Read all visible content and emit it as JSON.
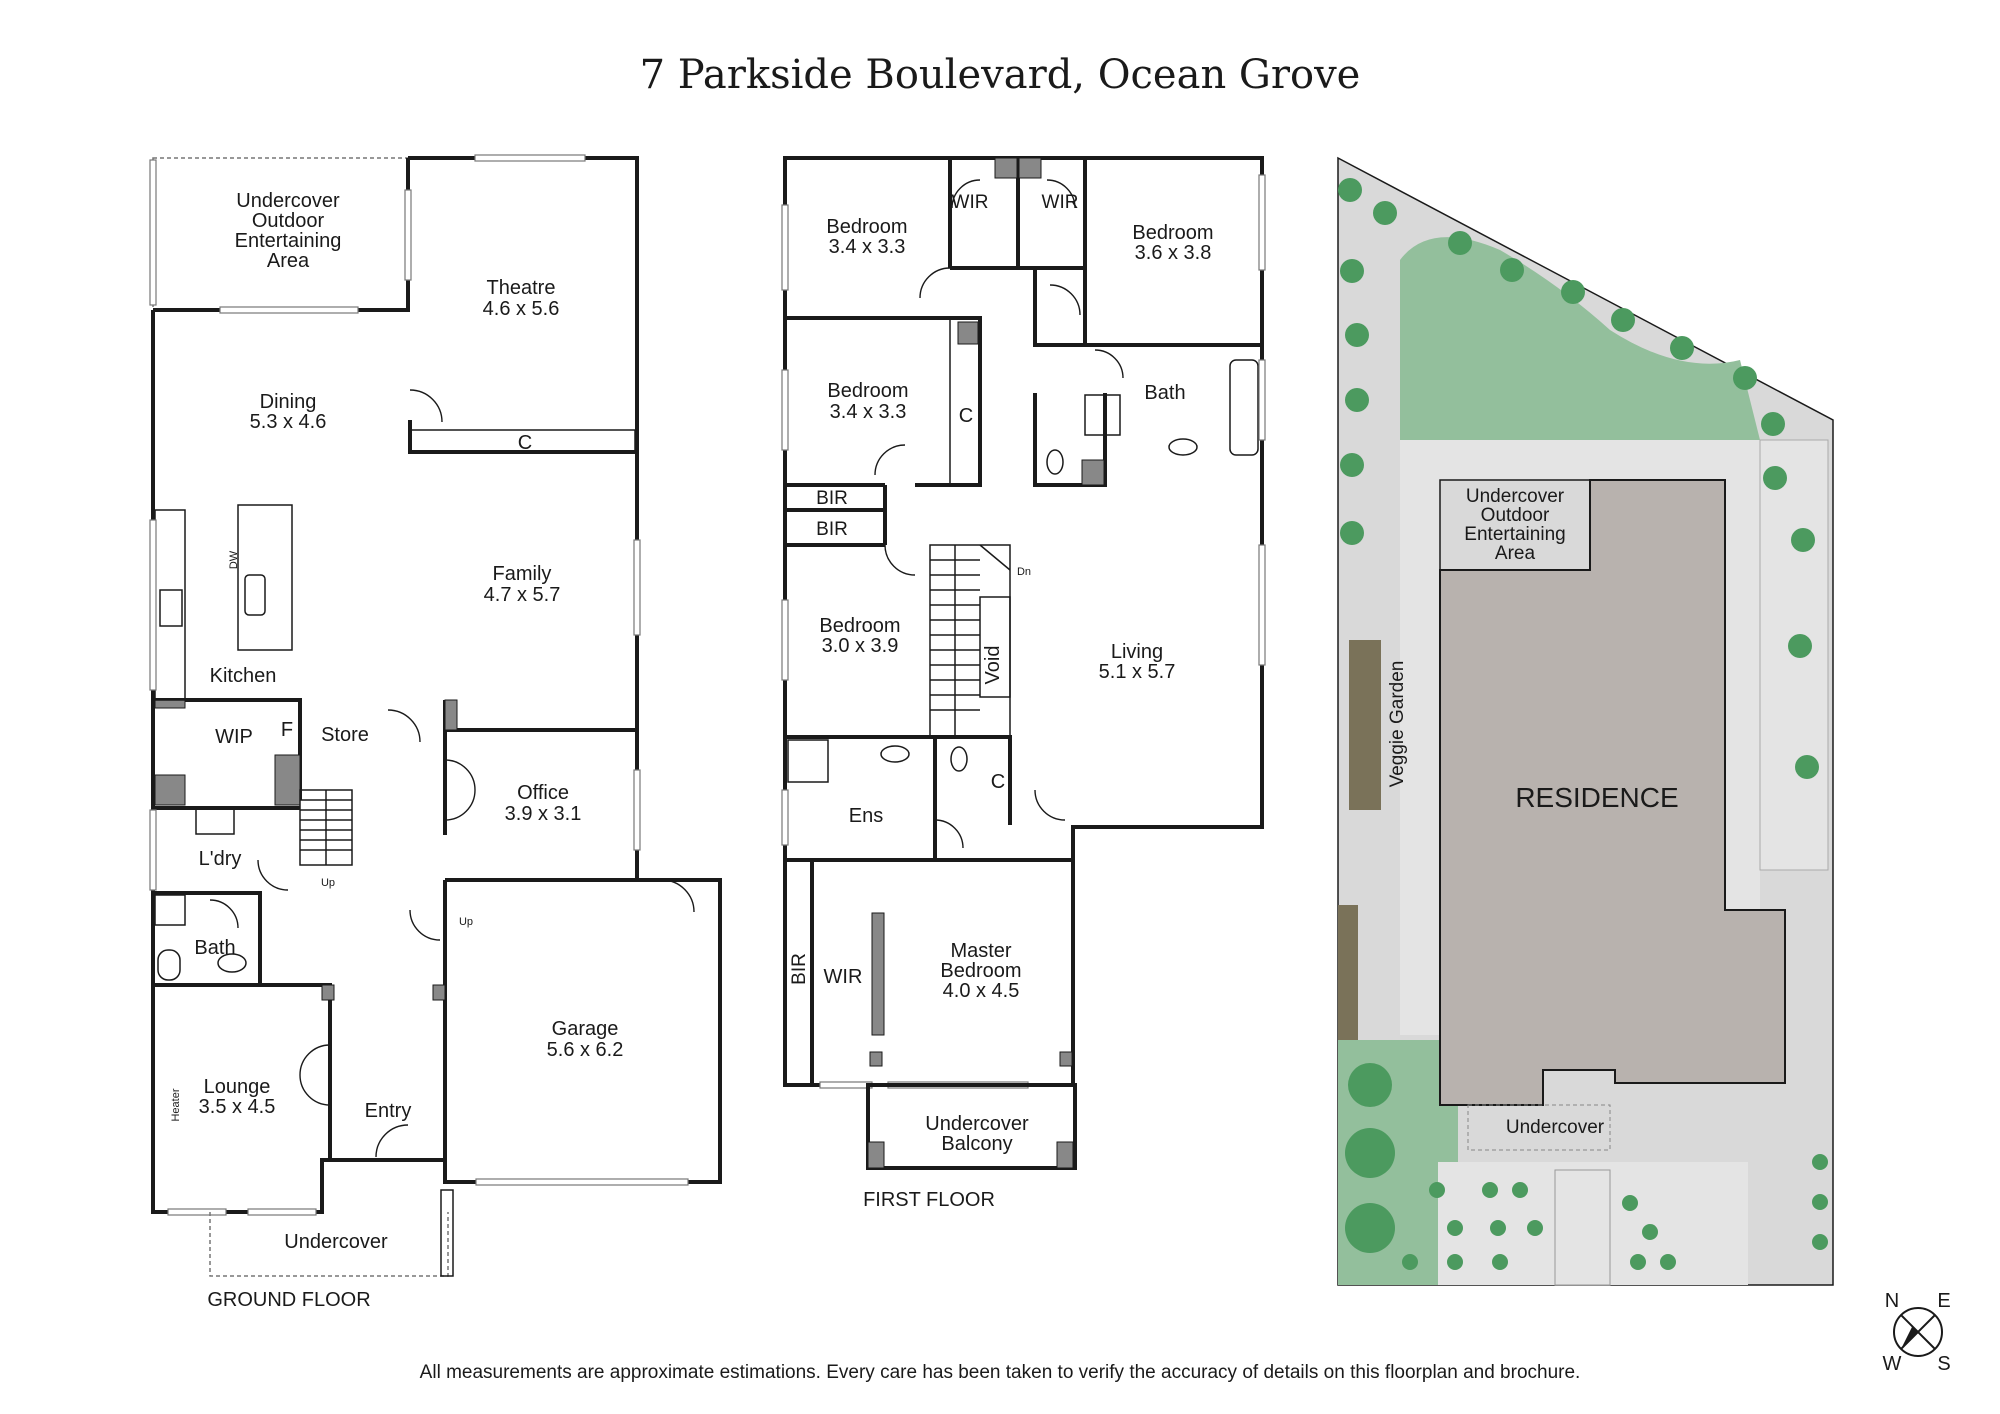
{
  "title": "7 Parkside Boulevard, Ocean Grove",
  "disclaimer": "All measurements are approximate estimations. Every care has been taken to verify the accuracy of details on this floorplan and brochure.",
  "ground_floor": {
    "label": "GROUND FLOOR",
    "outdoor_line1": "Undercover",
    "outdoor_line2": "Outdoor",
    "outdoor_line3": "Entertaining",
    "outdoor_line4": "Area",
    "theatre": "Theatre",
    "theatre_dim": "4.6 x 5.6",
    "dining": "Dining",
    "dining_dim": "5.3 x 4.6",
    "closet": "C",
    "family": "Family",
    "family_dim": "4.7 x 5.7",
    "kitchen": "Kitchen",
    "dw": "DW",
    "wip": "WIP",
    "fridge": "F",
    "store": "Store",
    "office": "Office",
    "office_dim": "3.9 x 3.1",
    "laundry": "L'dry",
    "up": "Up",
    "up2": "Up",
    "bath": "Bath",
    "garage": "Garage",
    "garage_dim": "5.6 x 6.2",
    "lounge": "Lounge",
    "lounge_dim": "3.5 x 4.5",
    "heater": "Heater",
    "entry": "Entry",
    "undercover": "Undercover"
  },
  "first_floor": {
    "label": "FIRST FLOOR",
    "bed1": "Bedroom",
    "bed1_dim": "3.4 x 3.3",
    "wir1": "WIR",
    "wir2": "WIR",
    "bed2": "Bedroom",
    "bed2_dim": "3.6 x 3.8",
    "bed3": "Bedroom",
    "bed3_dim": "3.4 x 3.3",
    "closet": "C",
    "bath": "Bath",
    "bir1": "BIR",
    "bir2": "BIR",
    "dn": "Dn",
    "bed4": "Bedroom",
    "bed4_dim": "3.0 x 3.9",
    "void": "Void",
    "living": "Living",
    "living_dim": "5.1 x 5.7",
    "ens": "Ens",
    "closet2": "C",
    "bir3": "BIR",
    "wir3": "WIR",
    "master_line1": "Master",
    "master_line2": "Bedroom",
    "master_dim": "4.0 x 4.5",
    "balcony_line1": "Undercover",
    "balcony_line2": "Balcony"
  },
  "site": {
    "outdoor_line1": "Undercover",
    "outdoor_line2": "Outdoor",
    "outdoor_line3": "Entertaining",
    "outdoor_line4": "Area",
    "veggie": "Veggie Garden",
    "residence": "RESIDENCE",
    "undercover": "Undercover"
  },
  "compass": {
    "n": "N",
    "e": "E",
    "s": "S",
    "w": "W"
  },
  "colors": {
    "lawn": "#93bf9c",
    "paving": "#d9d9d9",
    "residence": "#b8b2ae",
    "tree": "#4c9a5f",
    "garden_bed": "#7a7259"
  }
}
